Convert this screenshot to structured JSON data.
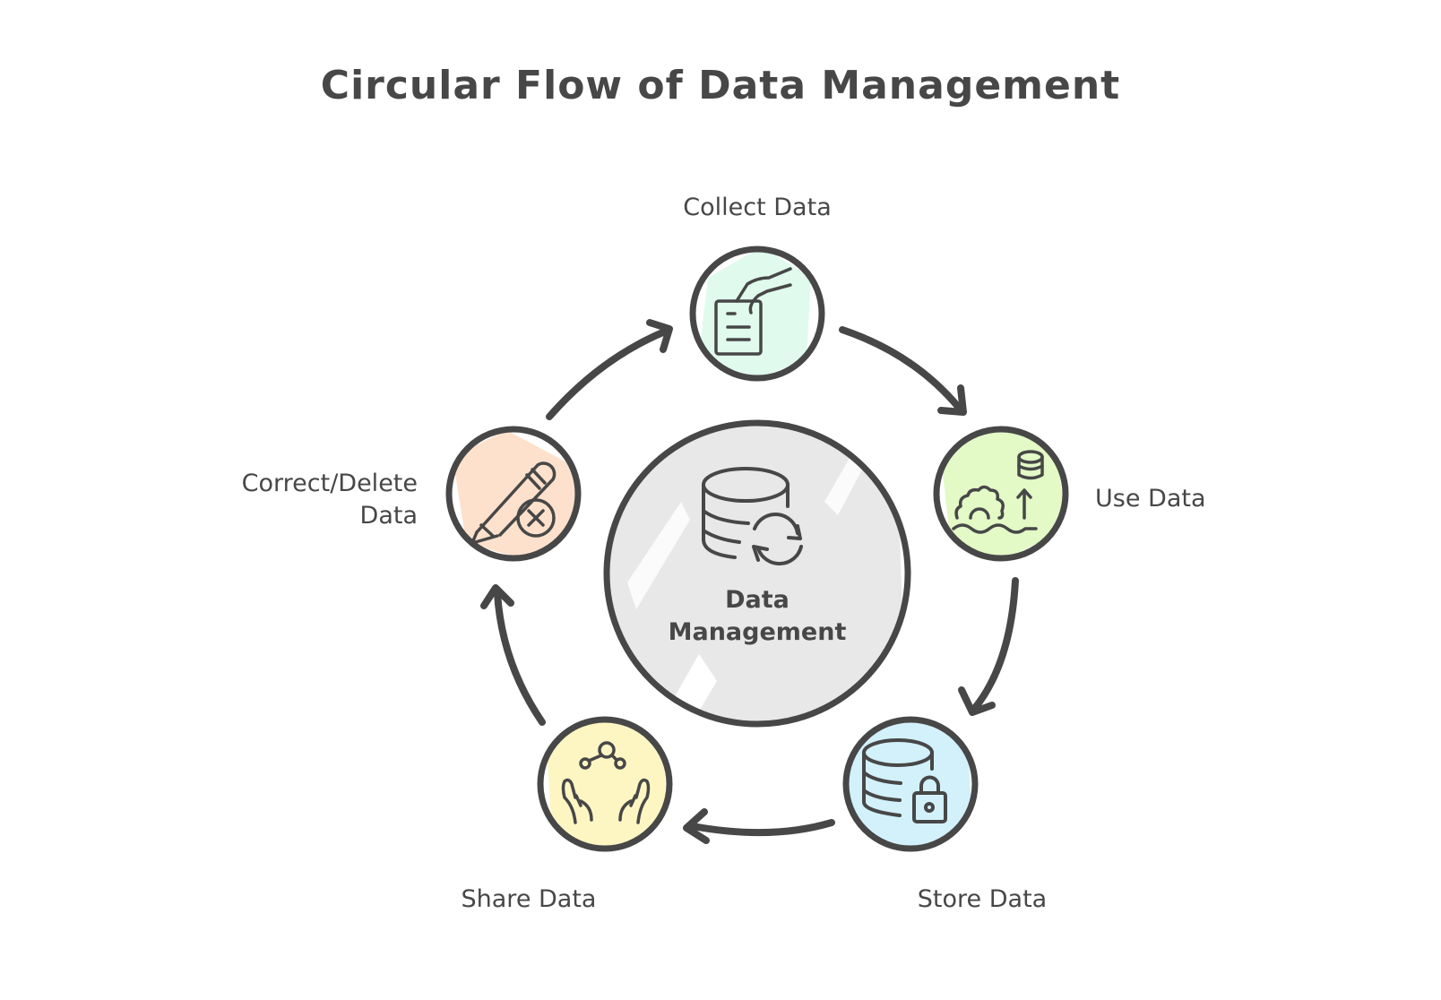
{
  "title": "Circular Flow of Data Management",
  "center": {
    "label_line1": "Data",
    "label_line2": "Management",
    "icon": "database-sync-icon",
    "fill": "#e8e8e8"
  },
  "stages": [
    {
      "id": "collect",
      "label": "Collect Data",
      "icon": "hand-document-icon",
      "fill": "#e0fbee"
    },
    {
      "id": "use",
      "label": "Use Data",
      "icon": "gear-database-arrow-icon",
      "fill": "#e3f9c6"
    },
    {
      "id": "store",
      "label": "Store Data",
      "icon": "database-lock-icon",
      "fill": "#d2f1fb"
    },
    {
      "id": "share",
      "label": "Share Data",
      "icon": "hands-network-icon",
      "fill": "#fdf6c3"
    },
    {
      "id": "correct",
      "label_line1": "Correct/Delete",
      "label_line2": "Data",
      "icon": "pencil-delete-icon",
      "fill": "#fde1cc"
    }
  ],
  "flow": [
    "collect",
    "use",
    "store",
    "share",
    "correct",
    "collect"
  ],
  "stroke_color": "#474747"
}
